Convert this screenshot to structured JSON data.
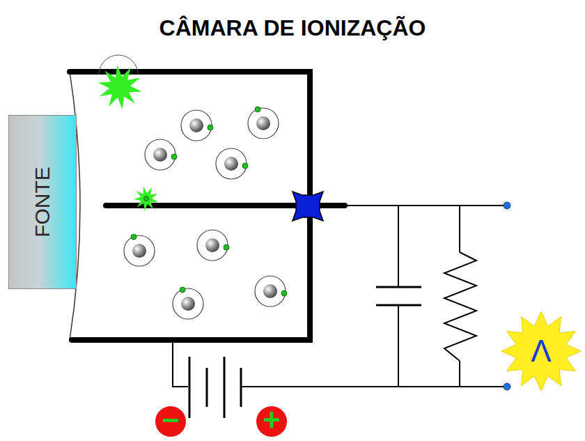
{
  "diagram": {
    "title": "CÂMARA DE IONIZAÇÃO",
    "nodes": [
      {
        "text": [
          "FONTE"
        ]
      },
      {
        "text": [
          "Λ"
        ]
      }
    ],
    "labels": [
      "−",
      "+"
    ]
  }
}
